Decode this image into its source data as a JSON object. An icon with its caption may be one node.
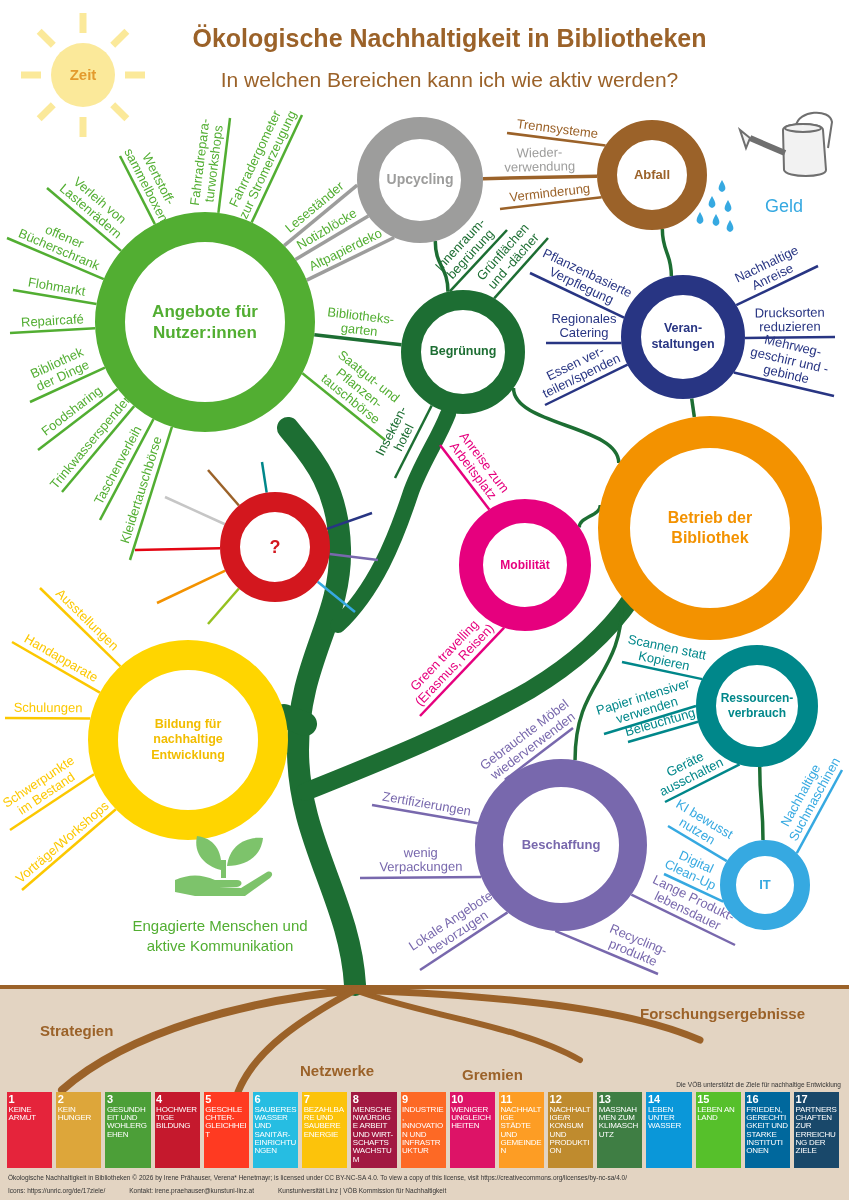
{
  "diagram": {
    "title": "Ökologische Nachhaltigkeit in Bibliotheken",
    "nodes": [
      {
        "text": [
          "Zeit"
        ]
      },
      {
        "text": [
          "Upcycling"
        ]
      },
      {
        "text": [
          "Abfall"
        ]
      },
      {
        "text": [
          "Angebote für Nutzer:innen"
        ]
      },
      {
        "text": [
          "Begrünung"
        ]
      },
      {
        "text": [
          "Veran- staltungen"
        ]
      },
      {
        "text": [
          "Betrieb der Bibliothek"
        ]
      },
      {
        "text": [
          "Mobilität"
        ]
      },
      {
        "text": [
          "?"
        ]
      },
      {
        "text": [
          "Bildung für nachhaltige Entwicklung"
        ]
      },
      {
        "text": [
          "Ressourcen- verbrauch"
        ]
      },
      {
        "text": [
          "Beschaffung"
        ]
      },
      {
        "text": [
          "IT"
        ]
      }
    ],
    "edges": [
      {
        "from": 1,
        "to": 2,
        "arrow": "none",
        "label": "Wieder- verwendung",
        "color": "#9b6229"
      },
      {
        "from": 1,
        "to": 4,
        "arrow": "none",
        "color": "#1d6e33"
      },
      {
        "from": 2,
        "to": 5,
        "arrow": "none",
        "color": "#1d6e33"
      },
      {
        "from": 3,
        "to": 4,
        "arrow": "none",
        "label": "Bibliotheks- garten",
        "color": "#1d6e33"
      },
      {
        "from": 4,
        "to": 6,
        "arrow": "none",
        "color": "#1d6e33"
      },
      {
        "from": 5,
        "to": 6,
        "arrow": "none",
        "color": "#1d6e33"
      },
      {
        "from": 7,
        "to": 6,
        "arrow": "none",
        "color": "#1d6e33"
      },
      {
        "from": 6,
        "to": 11,
        "arrow": "none",
        "color": "#1d6e33"
      },
      {
        "from": 10,
        "to": 12,
        "arrow": "none",
        "color": "#1d6e33"
      },
      {
        "from": 3,
        "to": null,
        "arrow": "none",
        "label": "Wertstoff- sammelboxen",
        "color": "#52ae32"
      },
      {
        "from": 3,
        "to": null,
        "arrow": "none",
        "label": "Fahrradrepara- turworkshops",
        "color": "#52ae32"
      },
      {
        "from": 3,
        "to": null,
        "arrow": "none",
        "label": "Fahrradergometer zur Stromerzeugung",
        "color": "#52ae32"
      },
      {
        "from": 3,
        "to": null,
        "arrow": "none",
        "label": "Verleih von Lastenrädern",
        "color": "#52ae32"
      },
      {
        "from": 3,
        "to": null,
        "arrow": "none",
        "label": "offener Bücherschrank",
        "color": "#52ae32"
      },
      {
        "from": 3,
        "to": null,
        "arrow": "none",
        "label": "Flohmarkt",
        "color": "#52ae32"
      },
      {
        "from": 3,
        "to": null,
        "arrow": "none",
        "label": "Repaircafé",
        "color": "#52ae32"
      },
      {
        "from": 3,
        "to": null,
        "arrow": "none",
        "label": "Bibliothek der Dinge",
        "color": "#52ae32"
      },
      {
        "from": 3,
        "to": null,
        "arrow": "none",
        "label": "Foodsharing",
        "color": "#52ae32"
      },
      {
        "from": 3,
        "to": null,
        "arrow": "none",
        "label": "Trinkwasserspender",
        "color": "#52ae32"
      },
      {
        "from": 3,
        "to": null,
        "arrow": "none",
        "label": "Taschenverleih",
        "color": "#52ae32"
      },
      {
        "from": 3,
        "to": null,
        "arrow": "none",
        "label": "Kleidertauschbörse",
        "color": "#52ae32"
      },
      {
        "from": 3,
        "to": null,
        "arrow": "none",
        "label": "Saatgut- und Pflanzen- tauschbörse",
        "color": "#52ae32"
      },
      {
        "from": 1,
        "to": 3,
        "arrow": "none",
        "label": "Leseständer",
        "color": "#9d9d9c"
      },
      {
        "from": 1,
        "to": 3,
        "arrow": "none",
        "label": "Notizblöcke",
        "color": "#9d9d9c"
      },
      {
        "from": 1,
        "to": 3,
        "arrow": "none",
        "label": "Altpapierdeko",
        "color": "#9d9d9c"
      },
      {
        "from": 2,
        "to": null,
        "arrow": "none",
        "label": "Trennsysteme",
        "color": "#9b6229"
      },
      {
        "from": 2,
        "to": null,
        "arrow": "none",
        "label": "Verminderung",
        "color": "#9b6229"
      },
      {
        "from": 4,
        "to": null,
        "arrow": "none",
        "label": "Innenraum- begrünung",
        "color": "#1d6e33"
      },
      {
        "from": 4,
        "to": null,
        "arrow": "none",
        "label": "Grünflächen und -dächer",
        "color": "#1d6e33"
      },
      {
        "from": 4,
        "to": null,
        "arrow": "none",
        "label": "Insekten- hotel",
        "color": "#1d6e33"
      },
      {
        "from": 5,
        "to": null,
        "arrow": "none",
        "label": "Pflanzenbasierte Verpflegung",
        "color": "#283583"
      },
      {
        "from": 5,
        "to": null,
        "arrow": "none",
        "label": "Regionales Catering",
        "color": "#283583"
      },
      {
        "from": 5,
        "to": null,
        "arrow": "none",
        "label": "Essen ver- teilen/spenden",
        "color": "#283583"
      },
      {
        "from": 5,
        "to": null,
        "arrow": "none",
        "label": "Nachhaltige Anreise",
        "color": "#283583"
      },
      {
        "from": 5,
        "to": null,
        "arrow": "none",
        "label": "Drucksorten reduzieren",
        "color": "#283583"
      },
      {
        "from": 5,
        "to": null,
        "arrow": "none",
        "label": "Mehrweg- geschirr und -gebinde",
        "color": "#283583"
      },
      {
        "from": 7,
        "to": null,
        "arrow": "none",
        "label": "Anreise zum Arbeitsplatz",
        "color": "#e6007e"
      },
      {
        "from": 7,
        "to": null,
        "arrow": "none",
        "label": "Green travelling (Erasmus, Reisen)",
        "color": "#e6007e"
      },
      {
        "from": 8,
        "to": null,
        "arrow": "none",
        "color": "#9b6229"
      },
      {
        "from": 8,
        "to": null,
        "arrow": "none",
        "color": "#c6c6c6"
      },
      {
        "from": 8,
        "to": null,
        "arrow": "none",
        "color": "#e30613"
      },
      {
        "from": 8,
        "to": null,
        "arrow": "none",
        "color": "#f39200"
      },
      {
        "from": 8,
        "to": null,
        "arrow": "none",
        "color": "#95c11f"
      },
      {
        "from": 8,
        "to": null,
        "arrow": "none",
        "color": "#00878a"
      },
      {
        "from": 8,
        "to": null,
        "arrow": "none",
        "color": "#283583"
      },
      {
        "from": 8,
        "to": null,
        "arrow": "none",
        "color": "#7868ad"
      },
      {
        "from": 8,
        "to": null,
        "arrow": "none",
        "color": "#36a9e1"
      },
      {
        "from": 9,
        "to": null,
        "arrow": "none",
        "label": "Ausstellungen",
        "color": "#fcc800"
      },
      {
        "from": 9,
        "to": null,
        "arrow": "none",
        "label": "Handapparate",
        "color": "#fcc800"
      },
      {
        "from": 9,
        "to": null,
        "arrow": "none",
        "label": "Schulungen",
        "color": "#fcc800"
      },
      {
        "from": 9,
        "to": null,
        "arrow": "none",
        "label": "Schwerpunkte im Bestand",
        "color": "#fcc800"
      },
      {
        "from": 9,
        "to": null,
        "arrow": "none",
        "label": "Vorträge/Workshops",
        "color": "#fcc800"
      },
      {
        "from": 10,
        "to": null,
        "arrow": "none",
        "label": "Scannen statt Kopieren",
        "color": "#00878a"
      },
      {
        "from": 10,
        "to": null,
        "arrow": "none",
        "label": "Papier intensiver verwenden",
        "color": "#00878a"
      },
      {
        "from": 10,
        "to": null,
        "arrow": "none",
        "label": "Beleuchtung",
        "color": "#00878a"
      },
      {
        "from": 10,
        "to": null,
        "arrow": "none",
        "label": "Geräte ausschalten",
        "color": "#00878a"
      },
      {
        "from": 12,
        "to": null,
        "arrow": "none",
        "label": "Nachhaltige Suchmaschinen",
        "color": "#36a9e1"
      },
      {
        "from": 12,
        "to": null,
        "arrow": "none",
        "label": "KI bewusst nutzen",
        "color": "#36a9e1"
      },
      {
        "from": 12,
        "to": null,
        "arrow": "none",
        "label": "Digital Clean-Up",
        "color": "#36a9e1"
      },
      {
        "from": 11,
        "to": null,
        "arrow": "none",
        "label": "Gebrauchte Möbel wiederverwenden",
        "color": "#7868ad"
      },
      {
        "from": 11,
        "to": null,
        "arrow": "none",
        "label": "Zertifizierungen",
        "color": "#7868ad"
      },
      {
        "from": 11,
        "to": null,
        "arrow": "none",
        "label": "wenig Verpackungen",
        "color": "#7868ad"
      },
      {
        "from": 11,
        "to": null,
        "arrow": "none",
        "label": "Lokale Angebote bevorzugen",
        "color": "#7868ad"
      },
      {
        "from": 11,
        "to": null,
        "arrow": "none",
        "label": "Lange Produkt- lebensdauer",
        "color": "#7868ad"
      },
      {
        "from": 11,
        "to": null,
        "arrow": "none",
        "label": "Recycling- produkte",
        "color": "#7868ad"
      }
    ],
    "labels": [
      "In welchen Bereichen kann ich wie aktiv werden?",
      "Geld",
      "Engagierte Menschen und aktive Kommunikation",
      "Forschungsergebnisse",
      "Strategien",
      "Netzwerke",
      "Gremien",
      "Die VÖB unterstützt die Ziele für nachhaltige Entwicklung",
      "1",
      "KEINE ARMUT",
      "2",
      "KEIN HUNGER",
      "3",
      "GESUNDHEIT UND WOHLERGEHEN",
      "4",
      "HOCHWERTIGE BILDUNG",
      "5",
      "GESCHLECHTER- GLEICHHEIT",
      "6",
      "SAUBERES WASSER UND SANITÄR- EINRICHTUNGEN",
      "7",
      "BEZAHLBARE UND SAUBERE ENERGIE",
      "8",
      "MENSCHENWÜRDIGE ARBEIT UND WIRT- SCHAFTSWACHSTUM",
      "9",
      "INDUSTRIE, INNOVATION UND INFRASTRUKTUR",
      "10",
      "WENIGER UNGLEICHHEITEN",
      "11",
      "NACHHALTIGE STÄDTE UND GEMEINDEN",
      "12",
      "NACHHALTIGE/R KONSUM UND PRODUKTION",
      "13",
      "MASSNAHMEN ZUM KLIMASCHUTZ",
      "14",
      "LEBEN UNTER WASSER",
      "15",
      "LEBEN AN LAND",
      "16",
      "FRIEDEN, GERECHTIGKEIT UND STARKE INSTITUTIONEN",
      "17",
      "PARTNERSCHAFTEN ZUR ERREICHUNG DER ZIELE",
      "Ökologische Nachhaltigkeit in Bibliotheken © 2026 by Irene Prähauser, Verena* Henetmayr; is licensed under CC BY-NC-SA 4.0. To view a copy of this license, visit https://creativecommons.org/licenses/by-nc-sa/4.0/",
      "Icons: https://unric.org/de/17ziele/",
      "Kontakt: irene.praehauser@kunstuni-linz.at",
      "Kunstuniversität Linz | VÖB Kommission für Nachhaltigkeit"
    ]
  }
}
